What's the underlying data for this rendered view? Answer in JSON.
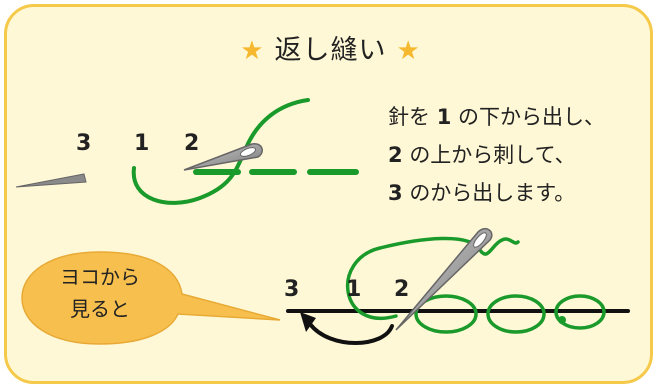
{
  "title": {
    "star_left": "★",
    "text": "返し縫い",
    "star_right": "★"
  },
  "instructions": [
    {
      "num": "",
      "text": "針を"
    },
    {
      "num": "1",
      "text": "の下から出し、"
    },
    {
      "num": "2",
      "text": "の上から刺して、"
    },
    {
      "num": "3",
      "text": "のから出します。"
    }
  ],
  "top_labels": [
    "3",
    "1",
    "2"
  ],
  "bottom_labels": [
    "3",
    "1",
    "2"
  ],
  "bubble": {
    "line1": "ヨコから",
    "line2": "見ると"
  },
  "colors": {
    "thread": "#1a9a2a",
    "border": "#f5c94a",
    "card": "#fff8d6",
    "bubble": "#f7c04e",
    "needle": "#8a8a8a"
  }
}
